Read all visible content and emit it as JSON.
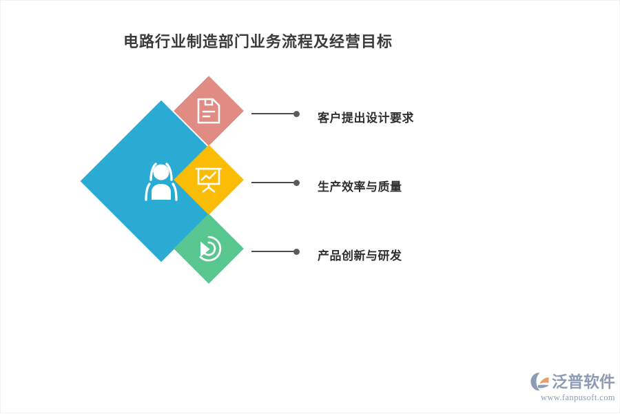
{
  "page": {
    "title": "电路行业制造部门业务流程及经营目标",
    "background_color": "#ffffff"
  },
  "diagram": {
    "type": "diamond-flow",
    "center": {
      "name": "central-node",
      "icon": "users-group-icon",
      "color": "#29abd4"
    },
    "steps": [
      {
        "label": "客户提出设计要求",
        "icon": "document-save-icon",
        "color": "#e08b83",
        "connector": "line-with-dot"
      },
      {
        "label": "生产效率与质量",
        "icon": "presentation-chart-icon",
        "color": "#fbbc05",
        "connector": "line-with-dot"
      },
      {
        "label": "产品创新与研发",
        "icon": "circular-arrow-icon",
        "color": "#57c68f",
        "connector": "line-with-dot"
      }
    ],
    "connector_color": "#4a4a4a",
    "label_color": "#2f2f2f"
  },
  "logo": {
    "mark": "fanpu-swoosh-logo-icon",
    "name": "泛普软件",
    "url": "www.fanpusoft.com",
    "color": "#8e9bb5",
    "accent_color": "#e8a06a"
  }
}
